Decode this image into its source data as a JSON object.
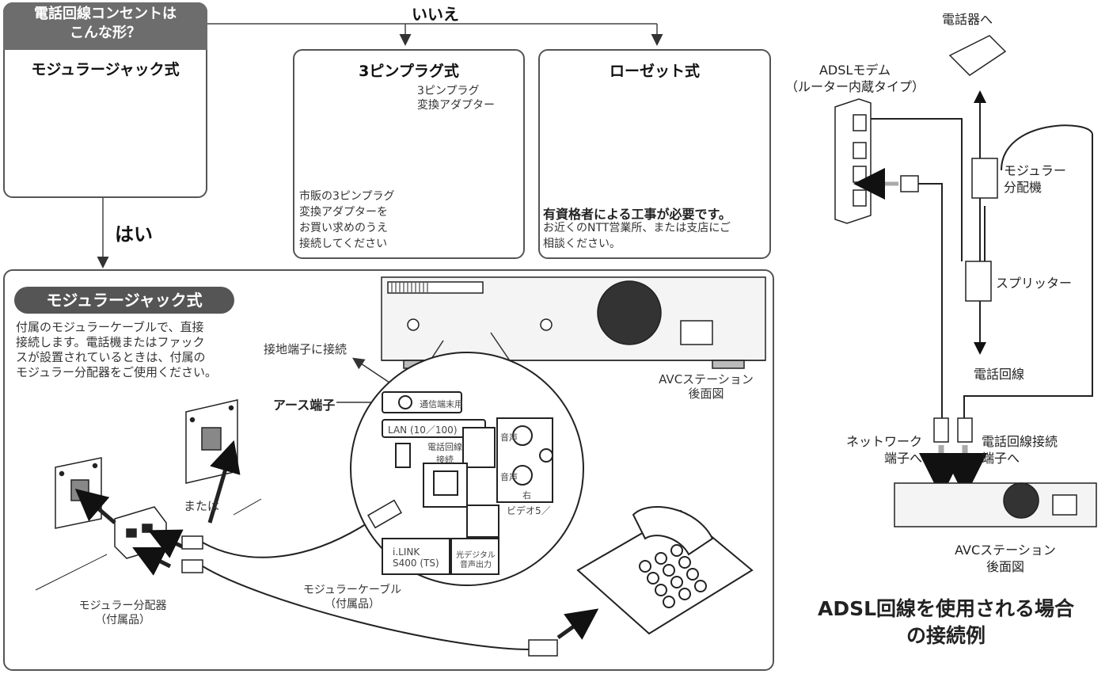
{
  "question": {
    "line1": "電話回線コンセントは",
    "line2": "こんな形？"
  },
  "branch_no": "いいえ",
  "branch_yes": "はい",
  "box_modular_top": {
    "title": "モジュラージャック式"
  },
  "box_3pin": {
    "title": "3ピンプラグ式",
    "adapter_label": [
      "3ピンプラグ",
      "変換アダプター"
    ],
    "note": [
      "市販の3ピンプラグ",
      "変換アダプターを",
      "お買い求めのうえ",
      "接続してください"
    ]
  },
  "box_rosette": {
    "title": "ローゼット式",
    "warning": "有資格者による工事が必要です。",
    "note": [
      "お近くのNTT営業所、または支店にご",
      "相談ください。"
    ]
  },
  "main_panel": {
    "badge": "モジュラージャック式",
    "desc": [
      "付属のモジュラーケーブルで、直接",
      "接続します。電話機またはファック",
      "スが設置されているときは、付属の",
      "モジュラー分配器をご使用ください。"
    ],
    "ground_label": "接地端子に接続",
    "earth_label": "アース端子",
    "or_label": "または",
    "splitter_label": [
      "モジュラー分配器",
      "（付属品）"
    ],
    "cable_label": [
      "モジュラーケーブル",
      "（付属品）"
    ],
    "station_label": [
      "AVCステーション",
      "後面図"
    ],
    "panel_text": {
      "comm": "通信端末用",
      "lan": "LAN (10／100)",
      "phone_line": [
        "電話回線",
        "接続"
      ],
      "audio1": "音声",
      "audio2": "音声",
      "right": "右",
      "video5": "ビデオ5／",
      "ilink": [
        "i.LINK",
        "S400 (TS)"
      ],
      "optical": [
        "光デジタル",
        "音声出力"
      ]
    }
  },
  "adsl": {
    "to_phone": "電話器へ",
    "modem": [
      "ADSLモデム",
      "（ルーター内蔵タイプ）"
    ],
    "distributor": [
      "モジュラー",
      "分配機"
    ],
    "splitter": "スプリッター",
    "phone_line": "電話回線",
    "network": [
      "ネットワーク",
      "端子へ"
    ],
    "line_terminal": [
      "電話回線接続",
      "端子へ"
    ],
    "station": [
      "AVCステーション",
      "後面図"
    ],
    "caption": [
      "ADSL回線を使用される場合",
      "の接続例"
    ]
  }
}
